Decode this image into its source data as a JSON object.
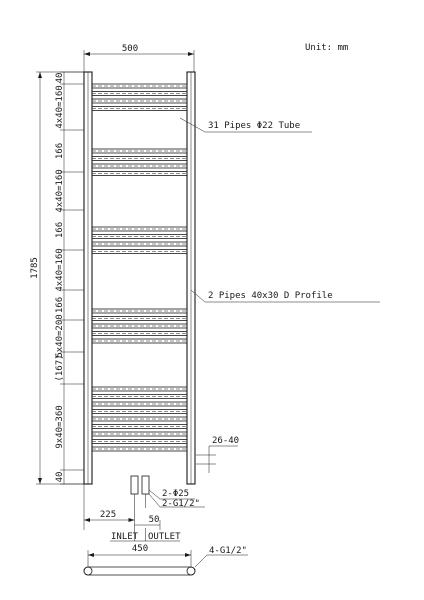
{
  "drawing": {
    "unit_label": "Unit: mm",
    "top_width": "500",
    "height_total": "1785",
    "side_dims": [
      "40",
      "4x40=160",
      "166",
      "4x40=160",
      "166",
      "4x40=160",
      "166",
      "5x40=200",
      "(167)",
      "9x40=360",
      "40"
    ],
    "callouts": {
      "tubes": "31 Pipes Φ22 Tube",
      "profile": "2 Pipes 40x30 D  Profile",
      "spacing": "26-40",
      "valve_dia": "2-Φ25",
      "valve_thread": "2-G1/2\"",
      "offset": "225",
      "valve_pitch": "50",
      "inlet": "INLET",
      "outlet": "OUTLET",
      "bottom_width": "450",
      "wall_thread": "4-G1/2\""
    },
    "tube_groups": [
      4,
      4,
      4,
      5,
      9
    ]
  }
}
